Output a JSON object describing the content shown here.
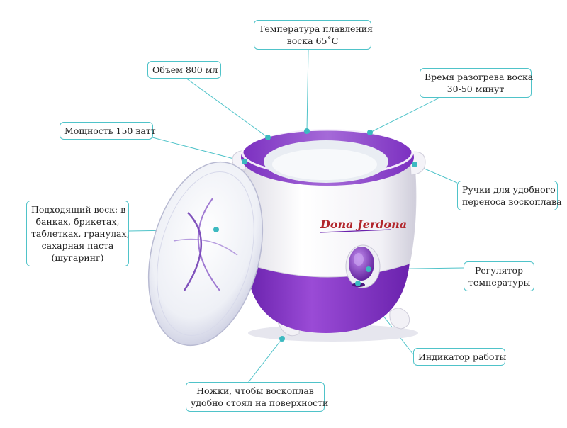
{
  "callouts": {
    "melting_temp": {
      "lines": [
        "Температура плавления",
        "воска 65˚С"
      ]
    },
    "volume": {
      "lines": [
        "Объем 800 мл"
      ]
    },
    "heating_time": {
      "lines": [
        "Время разогрева воска",
        "30-50 минут"
      ]
    },
    "power": {
      "lines": [
        "Мощность 150 ватт"
      ]
    },
    "handles": {
      "lines": [
        "Ручки для удобного",
        "переноса воскоплава"
      ]
    },
    "wax_types": {
      "lines": [
        "Подходящий воск: в",
        "банках, брикетах,",
        "таблетках, гранулах,",
        "сахарная паста",
        "(шугаринг)"
      ]
    },
    "regulator": {
      "lines": [
        "Регулятор",
        "температуры"
      ]
    },
    "indicator": {
      "lines": [
        "Индикатор работы"
      ]
    },
    "feet": {
      "lines": [
        "Ножки, чтобы воскоплав",
        "удобно стоял на поверхности"
      ]
    }
  },
  "device": {
    "brand_text": "Dona Jerdona"
  },
  "colors": {
    "callout_border": "#4fc3c9",
    "leader_line": "#4fc3c9",
    "device_body": "#f4f2f7",
    "accent_purple": "#8a3fc7"
  }
}
